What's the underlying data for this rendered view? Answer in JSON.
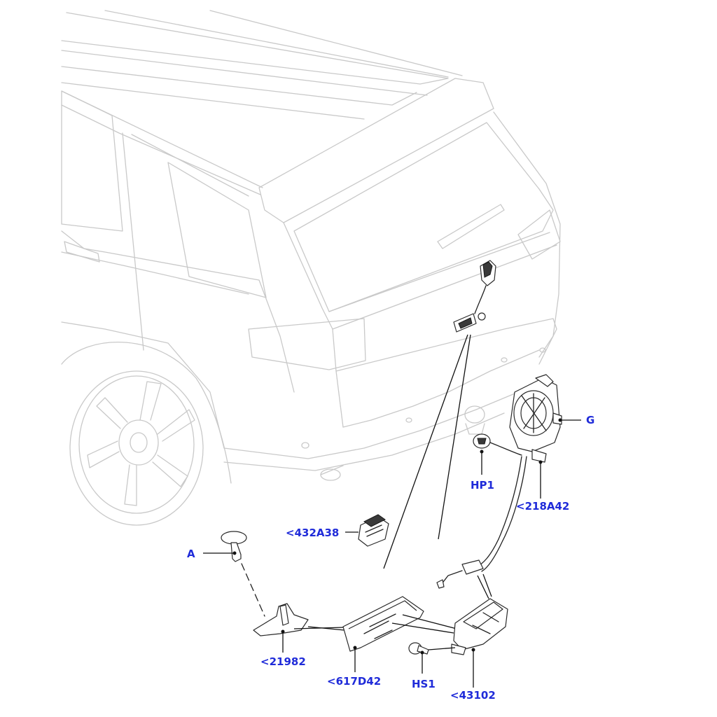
{
  "callouts": {
    "g": "G",
    "hp1": "HP1",
    "c218a42": "<218A42",
    "c432a38": "<432A38",
    "a": "A",
    "c21982": "<21982",
    "c617d42": "<617D42",
    "hs1": "HS1",
    "c43102": "<43102"
  },
  "colors": {
    "callout_text": "#1f2bd9",
    "vehicle_outline": "#c9c9c9",
    "part_line": "#2a2a2a"
  }
}
